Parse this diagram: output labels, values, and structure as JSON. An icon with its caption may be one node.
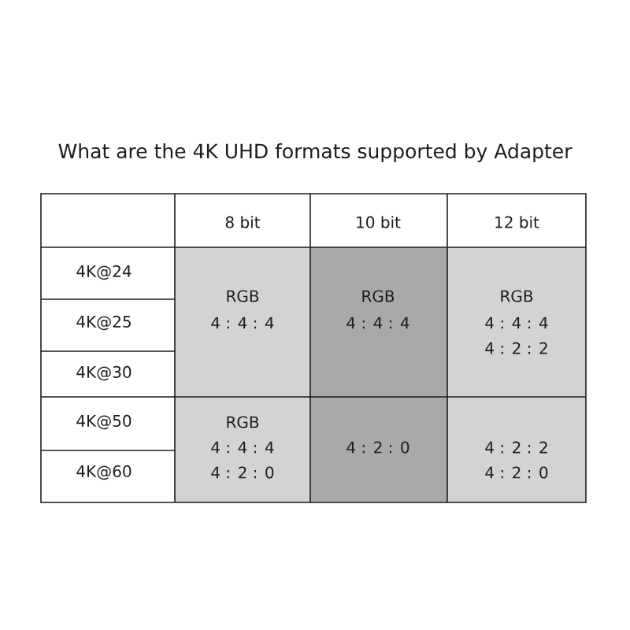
{
  "diagram": {
    "title": "What are the 4K UHD formats supported by Adapter",
    "labels": [
      "8 bit",
      "10 bit",
      "12 bit",
      "4K@24",
      "RGB",
      "RGB",
      "RGB",
      "4K@25",
      "4 : 4 : 4",
      "4 : 4 : 4",
      "4 : 4 : 4",
      "4 : 2 : 2",
      "4K@30",
      "4K@50",
      "RGB",
      "4 : 4 : 4",
      "4 : 2 : 0",
      "4 : 2 : 2",
      "4K@60",
      "4 : 2 : 0",
      "4 : 2 : 0"
    ]
  }
}
